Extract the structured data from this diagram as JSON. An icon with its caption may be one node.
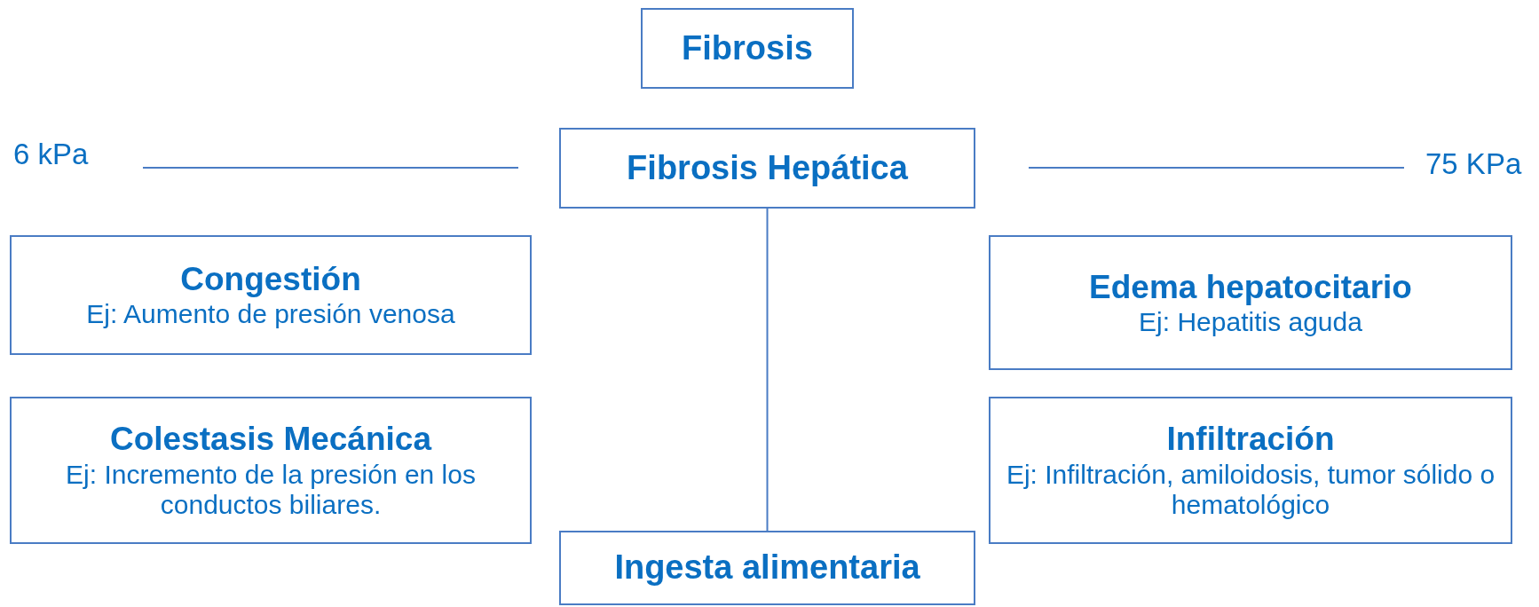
{
  "diagram": {
    "nodes": [
      {
        "text": [
          "Fibrosis"
        ]
      },
      {
        "text": [
          "Fibrosis Hepática"
        ]
      },
      {
        "text": [
          "Congestión",
          "Ej: Aumento de presión venosa"
        ]
      },
      {
        "text": [
          "Edema hepatocitario",
          "Ej: Hepatitis aguda"
        ]
      },
      {
        "text": [
          "Colestasis Mecánica",
          "Ej: Incremento de la presión en los conductos biliares."
        ]
      },
      {
        "text": [
          "Infiltración",
          "Ej: Infiltración, amiloidosis, tumor sólido o hematológico"
        ]
      },
      {
        "text": [
          "Ingesta alimentaria"
        ]
      }
    ],
    "edges": [
      {
        "from": 1,
        "to": 6,
        "arrow": "none"
      }
    ],
    "labels": [
      "6 kPa",
      "75 KPa"
    ]
  }
}
